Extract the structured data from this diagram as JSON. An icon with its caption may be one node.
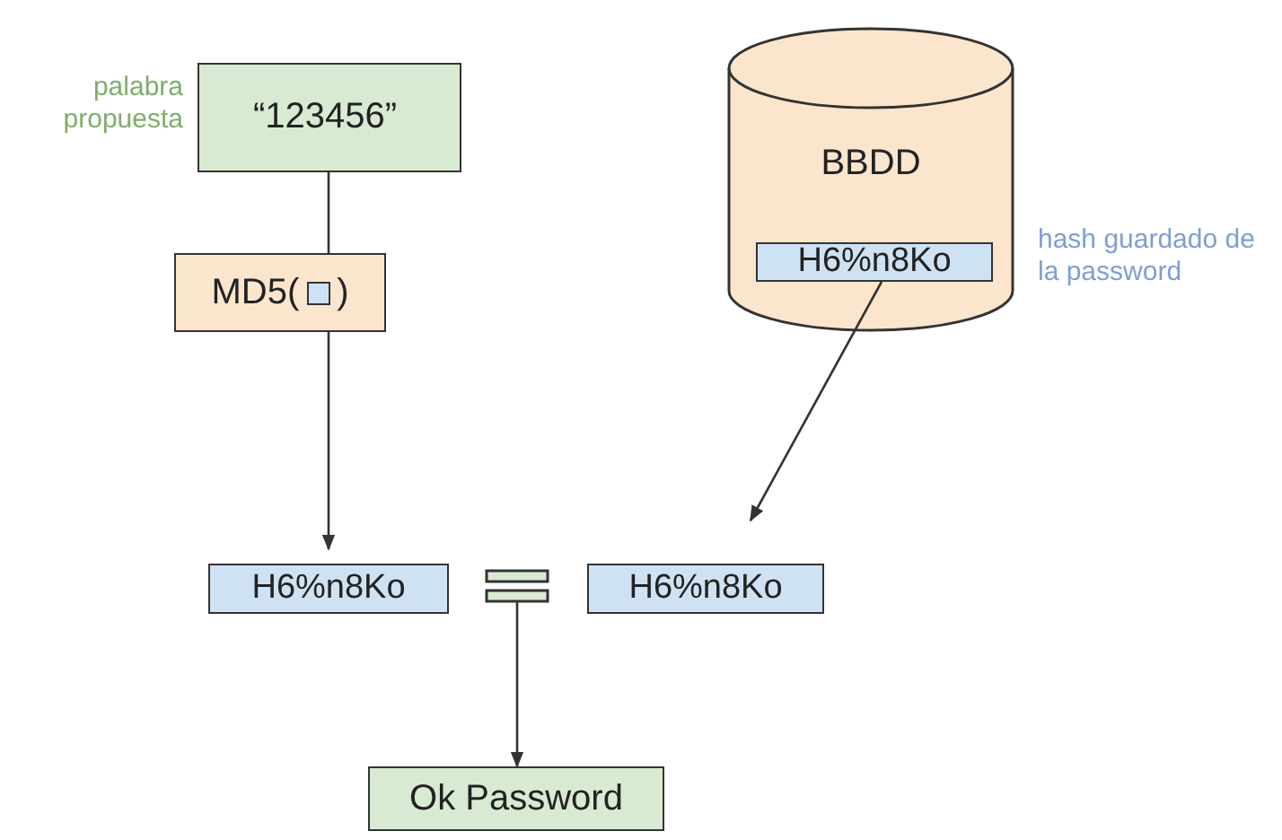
{
  "diagram": {
    "nodes": [
      {
        "text": [
          "“123456”"
        ],
        "beside": [
          "palabra propuesta"
        ]
      },
      {
        "text": [
          "MD5(",
          ")"
        ]
      },
      {
        "text": [
          "BBDD"
        ],
        "beside": [
          "hash guardado de la password"
        ]
      },
      {
        "text": [
          "H6%n8Ko"
        ],
        "in": 2
      },
      {
        "text": [
          "H6%n8Ko"
        ]
      },
      {
        "text": [],
        "shape": "bar"
      },
      {
        "text": [
          "H6%n8Ko"
        ]
      },
      {
        "text": [
          "Ok Password"
        ]
      }
    ],
    "edges": [
      {
        "from": 0,
        "to": 1,
        "arrow": "none"
      },
      {
        "from": 1,
        "to": 4,
        "arrow": "to"
      },
      {
        "from": 3,
        "to": 6,
        "arrow": "to"
      },
      {
        "from": 5,
        "to": 7,
        "arrow": "to"
      }
    ]
  }
}
